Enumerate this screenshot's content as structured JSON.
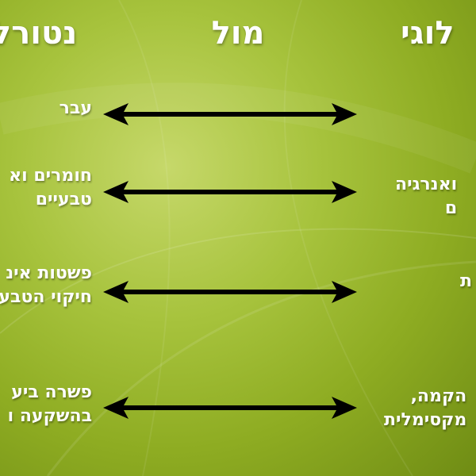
{
  "headings": {
    "left": "נטורל",
    "center": "מול",
    "right": "לוגי"
  },
  "left_column": [
    [
      "עבר"
    ],
    [
      "חומרים וא",
      "טבעיים"
    ],
    [
      "פשטות אינ",
      "חיקוי הטבע"
    ],
    [
      "פשרה ביע",
      "בהשקעה ו"
    ]
  ],
  "right_column": [
    [],
    [
      "ואנרגיה",
      "ם"
    ],
    [
      "ת"
    ],
    [
      "הקמה,",
      "מקסימלית"
    ]
  ],
  "colors": {
    "background": "#a7c33d",
    "text": "#ffffff",
    "arrow": "#000000"
  }
}
